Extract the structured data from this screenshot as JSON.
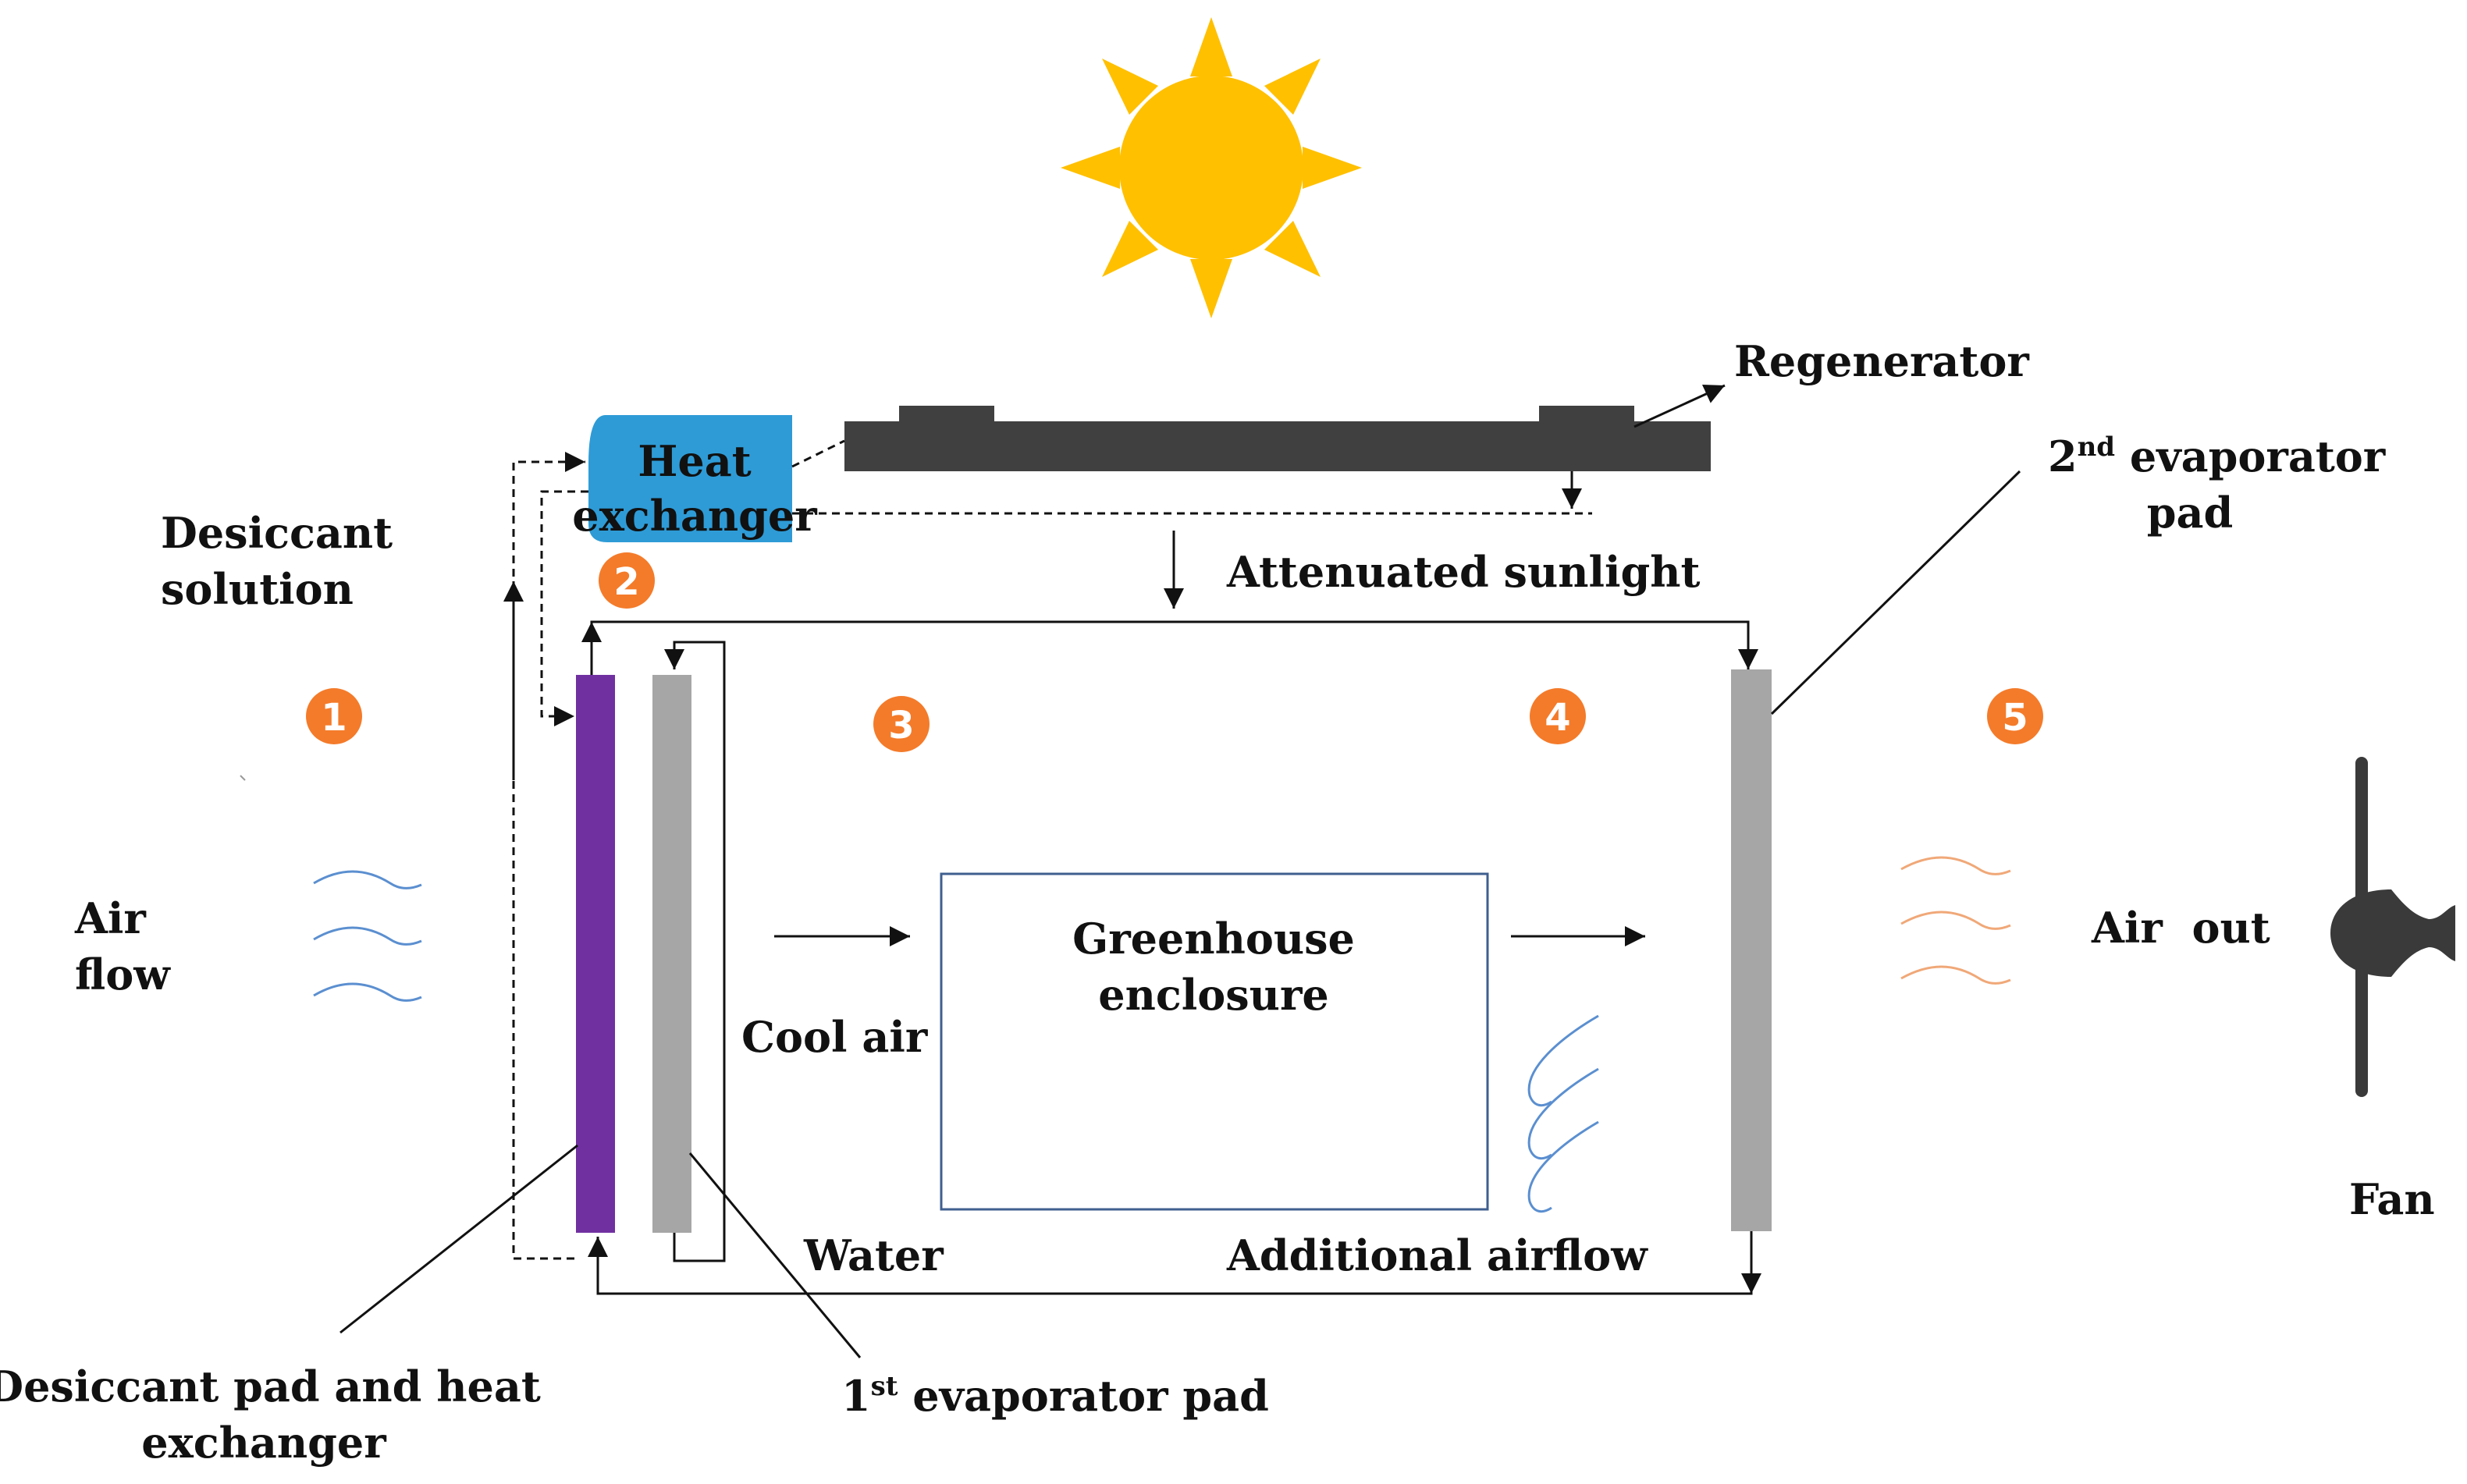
{
  "labels": {
    "regenerator": "Regenerator",
    "heat_exchanger_line1": "Heat",
    "heat_exchanger_line2": "exchanger",
    "desiccant_solution_line1": "Desiccant",
    "desiccant_solution_line2": "solution",
    "attenuated_sunlight": "Attenuated sunlight",
    "second_pad_prefix": "2",
    "second_pad_sup": "nd",
    "second_pad_line1_rest": " evaporator",
    "second_pad_line2": "pad",
    "air_flow_line1": "Air",
    "air_flow_line2": "flow",
    "cool_air": "Cool air",
    "greenhouse_line1": "Greenhouse",
    "greenhouse_line2": "enclosure",
    "air_out": "Air  out",
    "fan": "Fan",
    "water": "Water",
    "additional_airflow": "Additional  airflow",
    "desiccant_pad_line1": "Desiccant pad and heat",
    "desiccant_pad_line2": "exchanger",
    "first_pad_prefix": "1",
    "first_pad_sup": "st",
    "first_pad_rest": " evaporator pad"
  },
  "stage_markers": [
    "1",
    "2",
    "3",
    "4",
    "5"
  ],
  "colors": {
    "sun": "#FFC000",
    "heat_exchanger": "#2E9BD6",
    "regenerator": "#404040",
    "desiccant_pad": "#7030A0",
    "evaporator_pad": "#A6A6A6",
    "marker": "#F47B2A",
    "cool_wave": "#5B8FD0",
    "warm_wave": "#F0A878",
    "enclosure_border": "#3F5F8F",
    "fan": "#3A3A3A",
    "line": "#111111"
  },
  "icons": {
    "sun": "sun-icon",
    "fan": "fan-icon",
    "cool_air_waves": "wave-icon",
    "warm_air_waves": "wave-icon",
    "additional_airflow_waves": "wave-icon"
  }
}
